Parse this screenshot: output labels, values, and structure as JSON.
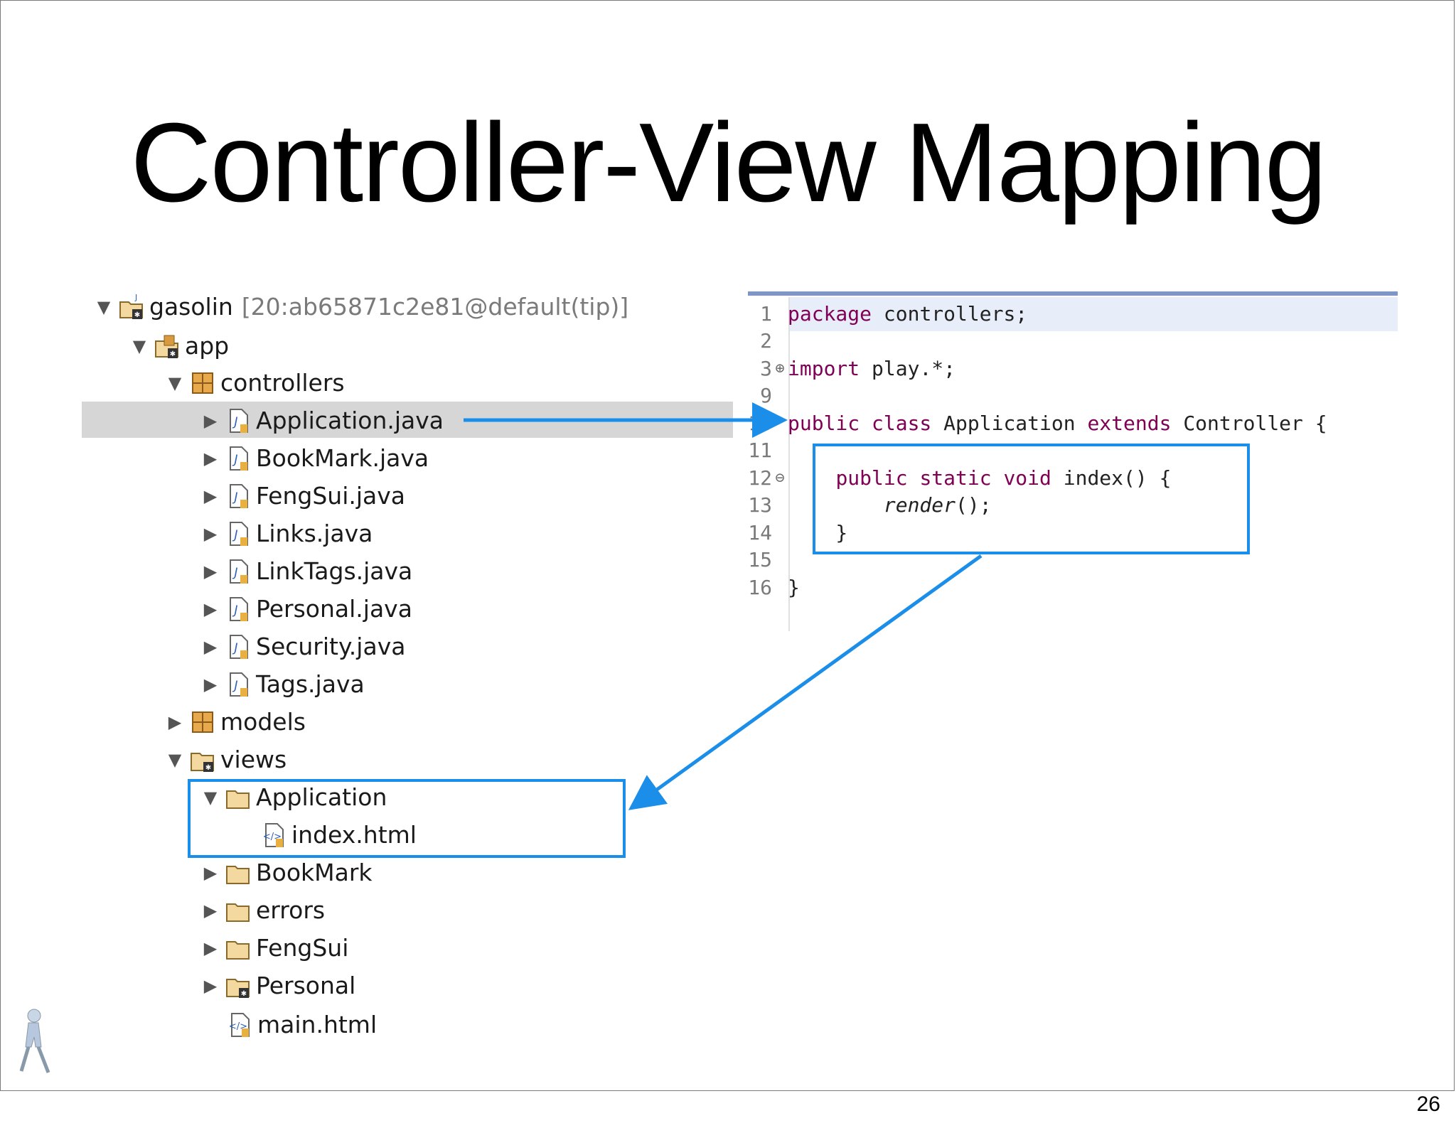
{
  "slide": {
    "title": "Controller-View Mapping",
    "page_number": "26"
  },
  "tree": {
    "root": {
      "label": "gasolin",
      "revision": "[20:ab65871c2e81@default(tip)]"
    },
    "app": "app",
    "controllers": "controllers",
    "controller_files": [
      "Application.java",
      "BookMark.java",
      "FengSui.java",
      "Links.java",
      "LinkTags.java",
      "Personal.java",
      "Security.java",
      "Tags.java"
    ],
    "models": "models",
    "views": "views",
    "views_application": "Application",
    "views_application_index": "index.html",
    "view_folders": [
      "BookMark",
      "errors",
      "FengSui",
      "Personal"
    ],
    "main_html": "main.html"
  },
  "code": {
    "lines": [
      {
        "n": "1",
        "parts": [
          [
            "kw",
            "package"
          ],
          [
            "tx",
            " controllers;"
          ]
        ]
      },
      {
        "n": "2",
        "parts": []
      },
      {
        "n": "3",
        "parts": [
          [
            "kw",
            "import"
          ],
          [
            "tx",
            " play.*;"
          ]
        ]
      },
      {
        "n": "9",
        "parts": []
      },
      {
        "n": "10",
        "parts": [
          [
            "kw",
            "public class"
          ],
          [
            "tx",
            " Application "
          ],
          [
            "kw",
            "extends"
          ],
          [
            "tx",
            " Controller {"
          ]
        ]
      },
      {
        "n": "11",
        "parts": []
      },
      {
        "n": "12",
        "parts": [
          [
            "tx",
            "    "
          ],
          [
            "kw",
            "public static void"
          ],
          [
            "tx",
            " index() {"
          ]
        ]
      },
      {
        "n": "13",
        "parts": [
          [
            "tx",
            "        "
          ],
          [
            "it",
            "render"
          ],
          [
            "tx",
            "();"
          ]
        ]
      },
      {
        "n": "14",
        "parts": [
          [
            "tx",
            "    }"
          ]
        ]
      },
      {
        "n": "15",
        "parts": []
      },
      {
        "n": "16",
        "parts": [
          [
            "tx",
            "}"
          ]
        ]
      }
    ]
  },
  "colors": {
    "highlight": "#1a8ee9",
    "keyword": "#7f0055",
    "selection": "#d6d6d6"
  }
}
